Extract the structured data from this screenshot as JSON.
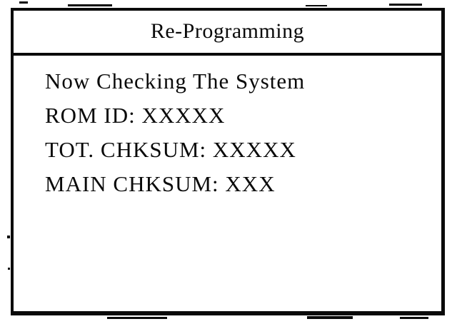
{
  "dialog": {
    "title": "Re-Programming",
    "status_lines": [
      "Now Checking The System",
      "ROM ID: XXXXX",
      "TOT. CHKSUM: XXXXX",
      "MAIN CHKSUM: XXX"
    ]
  },
  "colors": {
    "ink": "#0a0a0a",
    "paper": "#ffffff"
  }
}
